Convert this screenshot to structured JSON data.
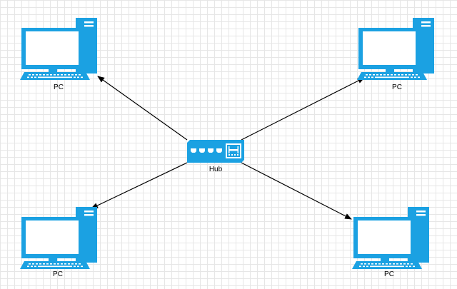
{
  "colors": {
    "device": "#1ba1e2",
    "screen": "#ffffff",
    "connector": "#000000",
    "grid": "#e6e6e6"
  },
  "nodes": {
    "hub": {
      "label": "Hub",
      "icon": "network-hub-icon"
    },
    "pc_top_left": {
      "label": "PC",
      "icon": "desktop-computer-icon"
    },
    "pc_top_right": {
      "label": "PC",
      "icon": "desktop-computer-icon"
    },
    "pc_bottom_left": {
      "label": "PC",
      "icon": "desktop-computer-icon"
    },
    "pc_bottom_right": {
      "label": "PC",
      "icon": "desktop-computer-icon"
    }
  },
  "edges": [
    {
      "from": "hub",
      "to": "pc_top_left",
      "arrow": "end"
    },
    {
      "from": "hub",
      "to": "pc_top_right",
      "arrow": "end"
    },
    {
      "from": "hub",
      "to": "pc_bottom_left",
      "arrow": "end"
    },
    {
      "from": "hub",
      "to": "pc_bottom_right",
      "arrow": "end"
    }
  ]
}
